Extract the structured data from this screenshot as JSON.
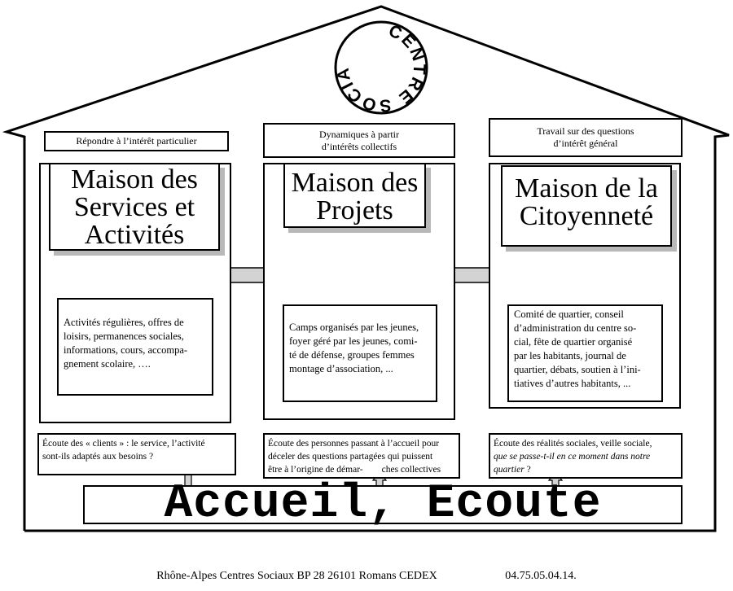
{
  "logo": {
    "text": "CENTRE SOCIAL"
  },
  "columns": [
    {
      "header": [
        "Répondre à l’intérêt particulier"
      ],
      "title": [
        "Maison des",
        "Services et",
        "Activités"
      ],
      "desc": [
        "Activités régulières, offres de",
        "loisirs, permanences sociales,",
        "informations, cours, accompa-",
        "gnement scolaire, …."
      ]
    },
    {
      "header": [
        "Dynamiques à partir",
        "d’intérêts collectifs"
      ],
      "title": [
        "Maison des",
        "Projets"
      ],
      "desc": [
        "Camps organisés par les jeunes,",
        "foyer géré par les jeunes,  comi-",
        "té de défense, groupes femmes",
        "montage d’association,  ..."
      ]
    },
    {
      "header": [
        "Travail sur des questions",
        "d’intérêt général"
      ],
      "title": [
        "Maison de la",
        "Citoyenneté"
      ],
      "desc": [
        "Comité de quartier, conseil",
        "d’administration du centre so-",
        "cial, fête de quartier organisé",
        "par les habitants, journal de",
        "quartier, débats, soutien à l’ini-",
        "tiatives d’autres habitants, ..."
      ]
    }
  ],
  "listening": [
    {
      "lines": [
        "Écoute des « clients »  : le service, l’activité",
        "sont-ils adaptés aux besoins  ?"
      ]
    },
    {
      "lines": [
        "Écoute des personnes passant à l’accueil pour",
        "déceler des questions partagées  qui puissent",
        "être à l’origine de démar-        ches collectives"
      ]
    },
    {
      "lines_plain": [
        "Écoute des réalités sociales, veille sociale,"
      ],
      "lines_italic": [
        "que se passe-t-il en ce moment dans notre",
        "quartier"
      ],
      "suffix": " ?"
    }
  ],
  "accueil": {
    "text": "Accueil, Ecoute"
  },
  "footer": {
    "address": "Rhône-Alpes Centres Sociaux BP 28 26101 Romans CEDEX",
    "phone": "04.75.05.04.14."
  },
  "colors": {
    "line": "#000000",
    "arrow_fill": "#d3d3d3",
    "shadow": "#b8b8b8"
  }
}
